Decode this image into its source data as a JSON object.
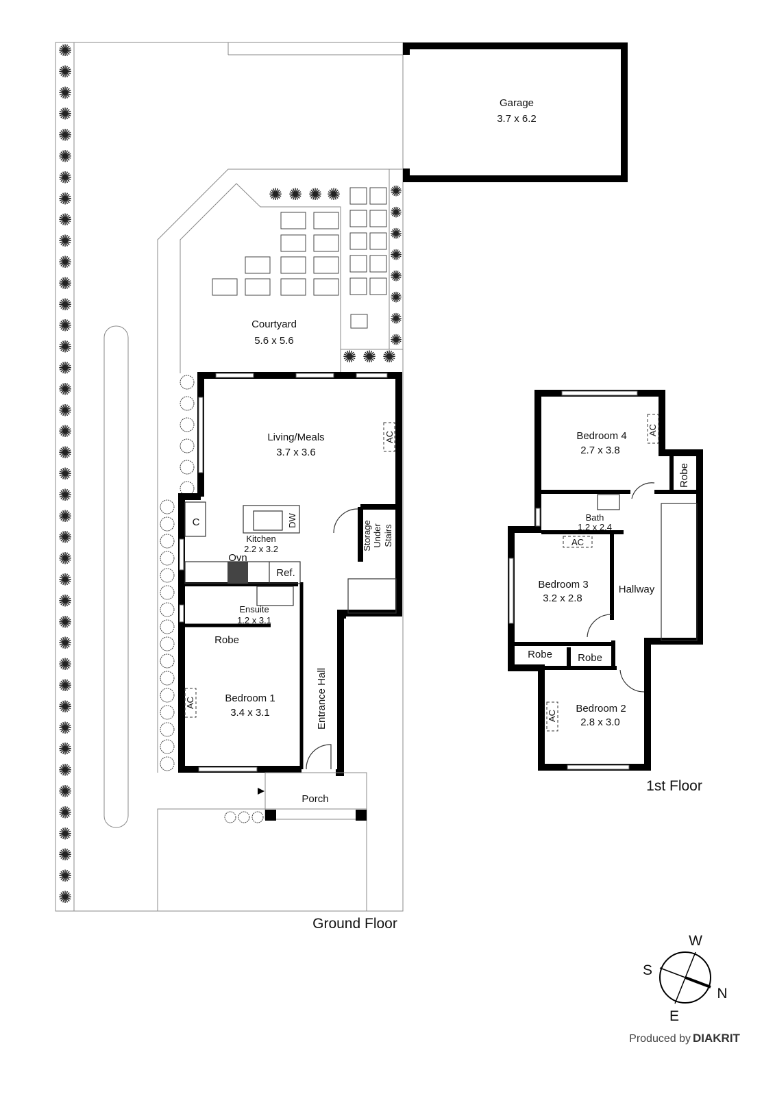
{
  "ground_floor": {
    "title": "Ground Floor",
    "rooms": {
      "garage": {
        "name": "Garage",
        "size": "3.7 x 6.2"
      },
      "courtyard": {
        "name": "Courtyard",
        "size": "5.6 x 5.6"
      },
      "living": {
        "name": "Living/Meals",
        "size": "3.7 x 3.6"
      },
      "kitchen": {
        "name": "Kitchen",
        "size": "2.2 x 3.2"
      },
      "ensuite": {
        "name": "Ensuite",
        "size": "1.2 x 3.1"
      },
      "bedroom1": {
        "name": "Bedroom 1",
        "size": "3.4 x 3.1"
      },
      "robe": "Robe",
      "cupboard": "C",
      "oven": "Ovn",
      "fridge": "Ref.",
      "dishwasher": "DW",
      "storage": [
        "Storage",
        "Under",
        "Stairs"
      ],
      "entrance_hall": "Entrance Hall",
      "porch": "Porch",
      "ac": "AC"
    }
  },
  "first_floor": {
    "title": "1st Floor",
    "rooms": {
      "bedroom4": {
        "name": "Bedroom 4",
        "size": "2.7 x 3.8"
      },
      "bath": {
        "name": "Bath",
        "size": "1.2 x 2.4"
      },
      "bedroom3": {
        "name": "Bedroom 3",
        "size": "3.2 x 2.8"
      },
      "hallway": "Hallway",
      "bedroom2": {
        "name": "Bedroom 2",
        "size": "2.8 x 3.0"
      },
      "robe": "Robe",
      "ac": "AC"
    }
  },
  "compass": {
    "n": "N",
    "s": "S",
    "e": "E",
    "w": "W"
  },
  "credit": {
    "prefix": "Produced by",
    "brand": "DIAKRIT"
  }
}
